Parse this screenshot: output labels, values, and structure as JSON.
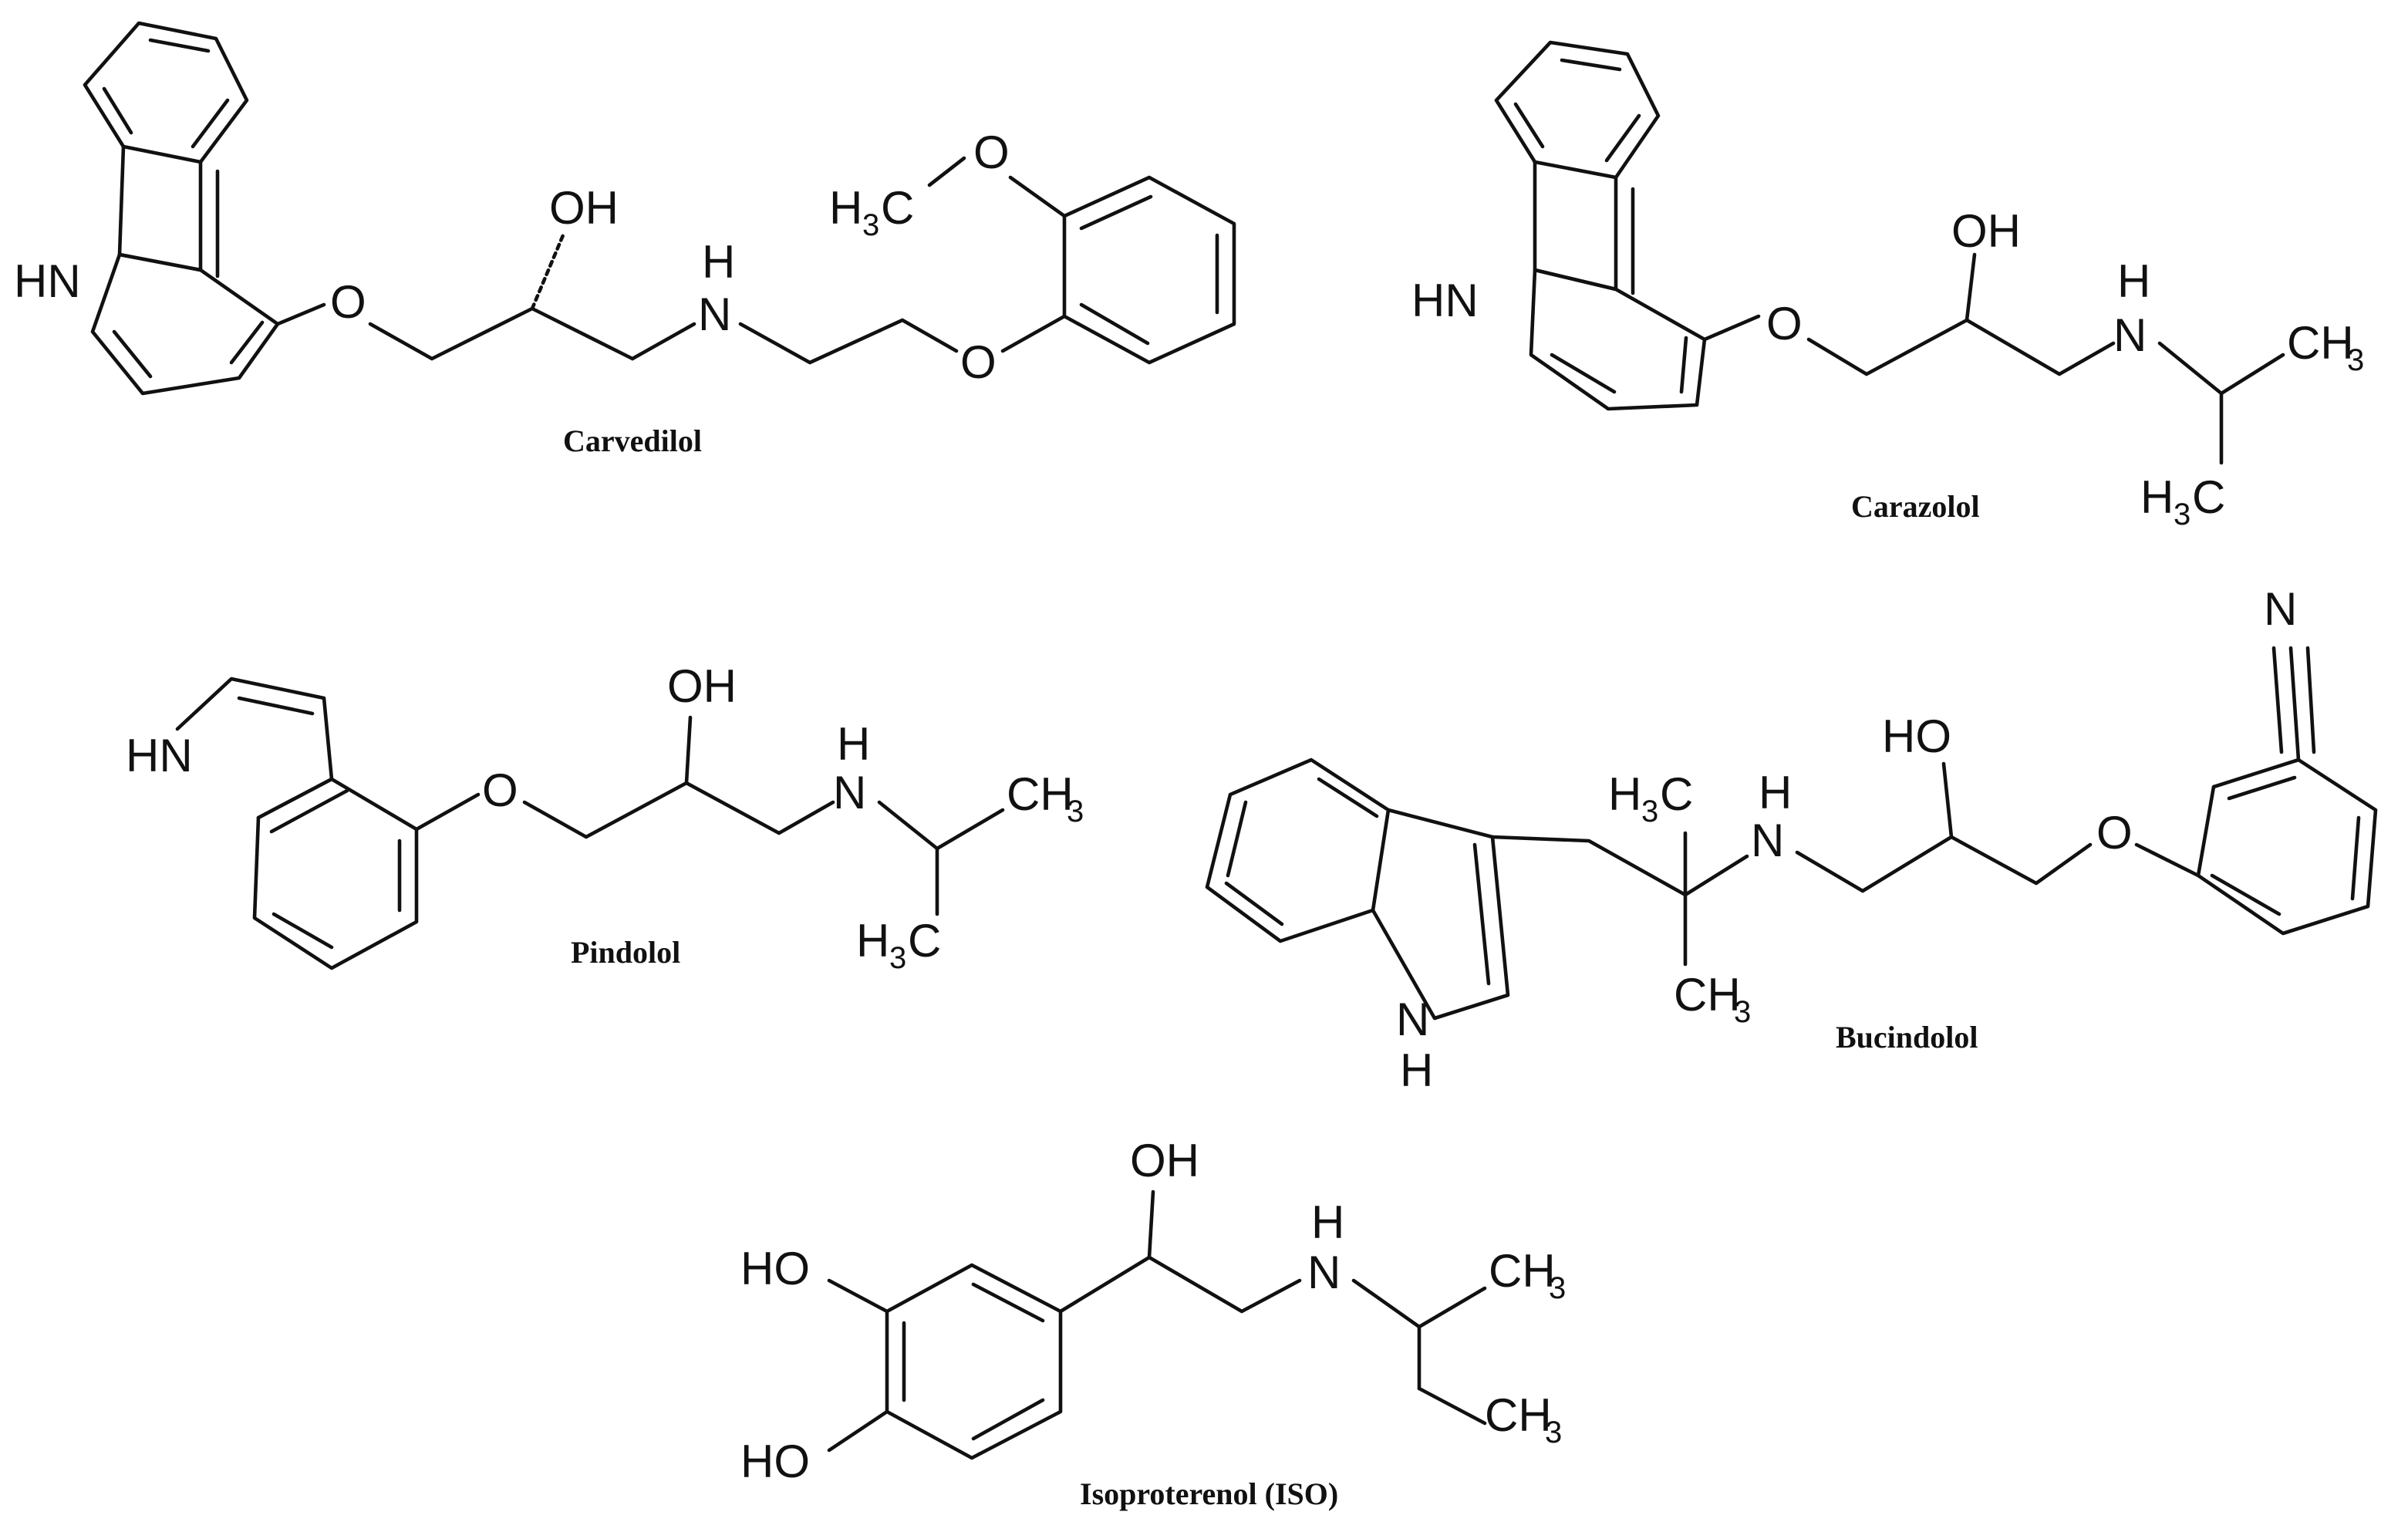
{
  "molecules": {
    "carvedilol": {
      "name": "Carvedilol"
    },
    "carazolol": {
      "name": "Carazolol"
    },
    "pindolol": {
      "name": "Pindolol"
    },
    "bucindolol": {
      "name": "Bucindolol"
    },
    "isoproterenol": {
      "name": "Isoproterenol (ISO)"
    }
  },
  "atom_labels": {
    "HN": "HN",
    "NH": "H",
    "N_upper": "N",
    "H_of_NH": "H",
    "O": "O",
    "OH": "OH",
    "HO": "HO",
    "CH": "CH",
    "C": "C",
    "H": "H",
    "sub3": "3",
    "N": "N"
  }
}
